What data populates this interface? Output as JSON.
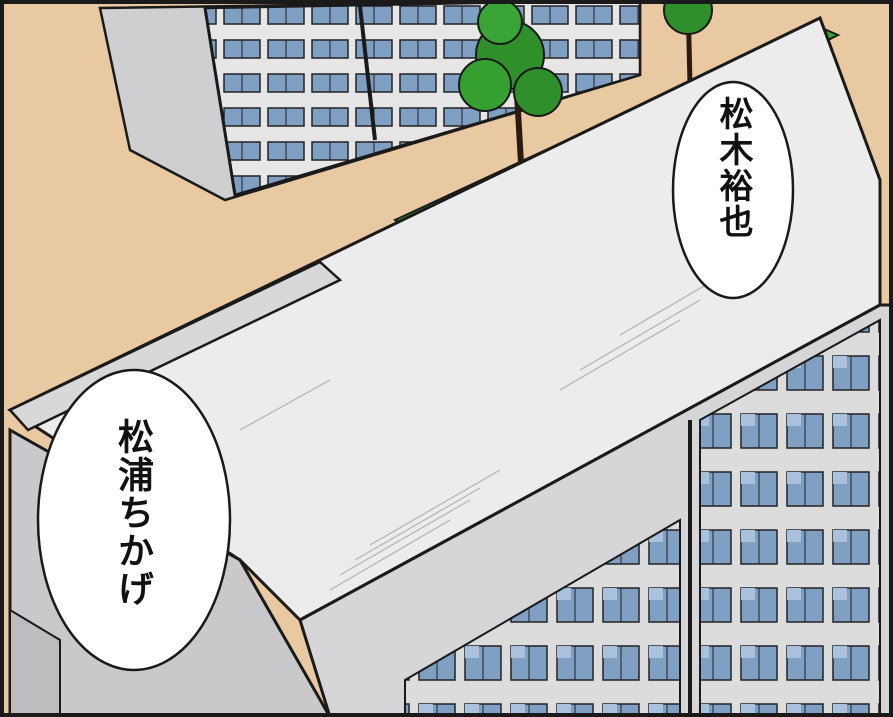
{
  "panel": {
    "speech_bubbles": [
      {
        "id": "right",
        "text": "松木裕也"
      },
      {
        "id": "left",
        "text": "松浦ちかげ"
      }
    ]
  },
  "colors": {
    "ground": "#e9c9a1",
    "roof": "#ececec",
    "wall": "#d6d6d8",
    "window": "#7f9fc3",
    "grass": "#3aa437",
    "tree": "#2f8f2a",
    "outline": "#1a1a1a"
  }
}
